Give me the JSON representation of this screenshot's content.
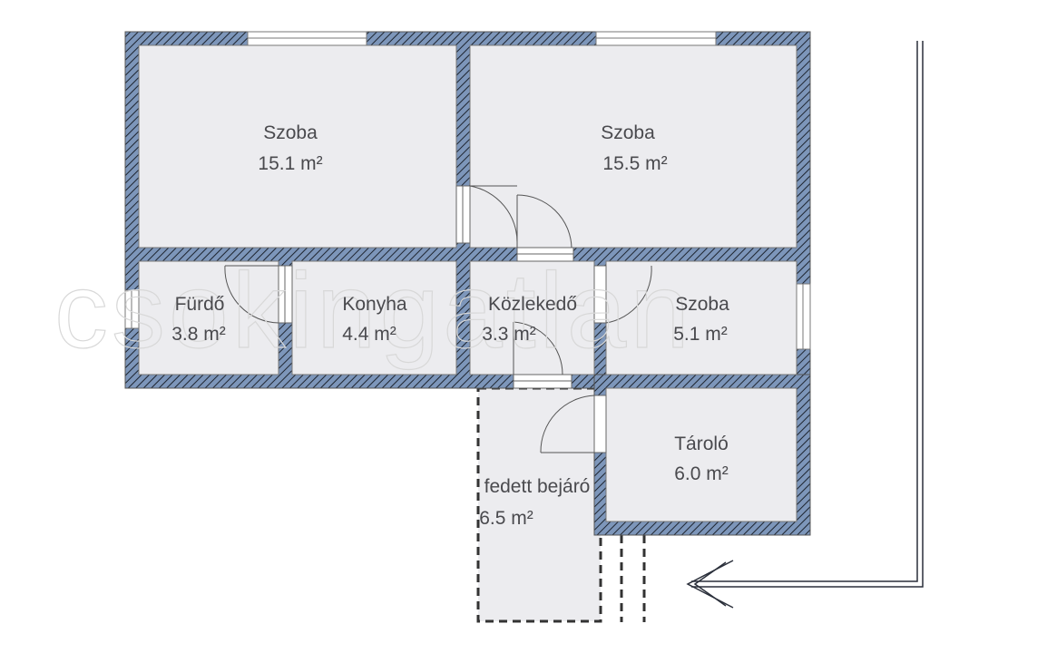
{
  "plan": {
    "watermark": "csokingatlan",
    "colors": {
      "wall": "#7d96ba",
      "hatch": "#1e2530",
      "floor": "#ececef",
      "line": "#333333"
    },
    "rooms": [
      {
        "name": "Szoba",
        "area": "15.1 m²"
      },
      {
        "name": "Szoba",
        "area": "15.5 m²"
      },
      {
        "name": "Fürdő",
        "area": "3.8 m²"
      },
      {
        "name": "Konyha",
        "area": "4.4 m²"
      },
      {
        "name": "Közlekedő",
        "area": "3.3 m²"
      },
      {
        "name": "Szoba",
        "area": "5.1 m²"
      },
      {
        "name": "Tároló",
        "area": "6.0 m²"
      },
      {
        "name": "fedett bejáró",
        "area": "6.5 m²"
      }
    ]
  }
}
